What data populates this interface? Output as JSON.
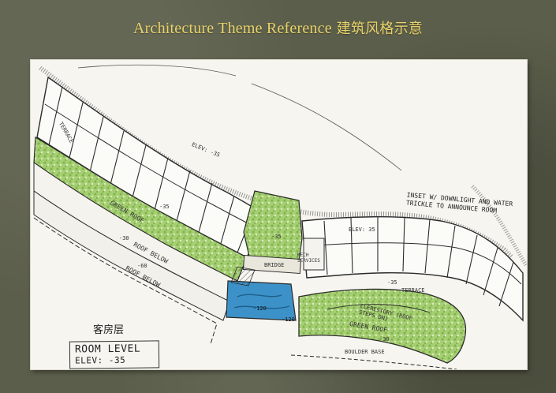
{
  "header": {
    "title_en": "Architecture Theme Reference",
    "title_cn": "建筑风格示意"
  },
  "plan": {
    "caption_cn": "客房层",
    "room_level_title": "ROOM LEVEL",
    "room_level_elev": "ELEV: -35",
    "note_inset": "INSET w/ DOWNLIGHT AND WATER TRICKLE TO ANNOUNCE ROOM",
    "labels": {
      "terrace_left": "TERRACE",
      "elev_top": "ELEV: -35",
      "green_roof_left": "GREEN ROOF",
      "green_roof_dim": "-35",
      "roof_below_1": "ROOF BELOW",
      "roof_below_1_dim": "-30",
      "roof_below_2": "ROOF BELOW",
      "roof_below_2_dim": "-60",
      "bridge": "BRIDGE",
      "elev_bridge": "-35",
      "mech_services": "MECH SERVICES",
      "elev_right": "ELEV: 35",
      "terrace_right": "TERRACE",
      "terrace_right_dim": "-35",
      "clerestory": "CLERESTORY (ROOF STEPS DN)",
      "green_roof_right": "GREEN ROOF",
      "green_roof_right_dim": "-30",
      "pool_dim_1": "-120",
      "pool_dim_2": "-120",
      "boulder": "BOULDER BASE"
    },
    "colors": {
      "green": "#8fbf5a",
      "water": "#3c92c8",
      "ink": "#2b2b2b"
    }
  }
}
